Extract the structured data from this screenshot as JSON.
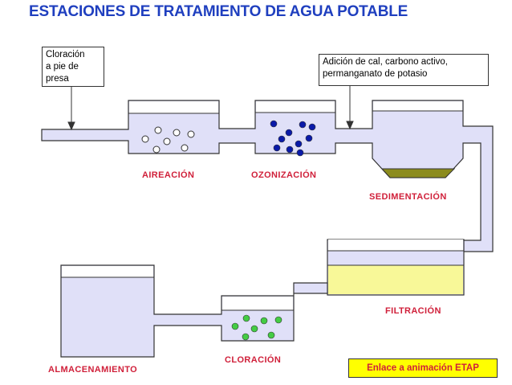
{
  "title": "ESTACIONES DE TRATAMIENTO DE AGUA POTABLE",
  "notes": {
    "chlorination_at_source": [
      "Cloración",
      "a pie de",
      "presa"
    ],
    "additives": [
      "Adición de cal, carbono activo,",
      "permanganato de potasio"
    ]
  },
  "stages": {
    "aeration": "AIREACIÓN",
    "ozonation": "OZONIZACIÓN",
    "sedimentation": "SEDIMENTACIÓN",
    "filtration": "FILTRACIÓN",
    "chlorination": "CLORACIÓN",
    "storage": "ALMACENAMIENTO"
  },
  "link_button": "Enlace a animación ETAP",
  "colors": {
    "title": "#1f3fbf",
    "stage_label": "#d0203a",
    "water": "#e0e0f8",
    "filter_media": "#f8f898",
    "sludge": "#8c8c1e",
    "ozone_particles": "#0a1aa8",
    "chlorine_particles": "#44cc44",
    "button_bg": "#ffff00",
    "outline": "#333333"
  }
}
